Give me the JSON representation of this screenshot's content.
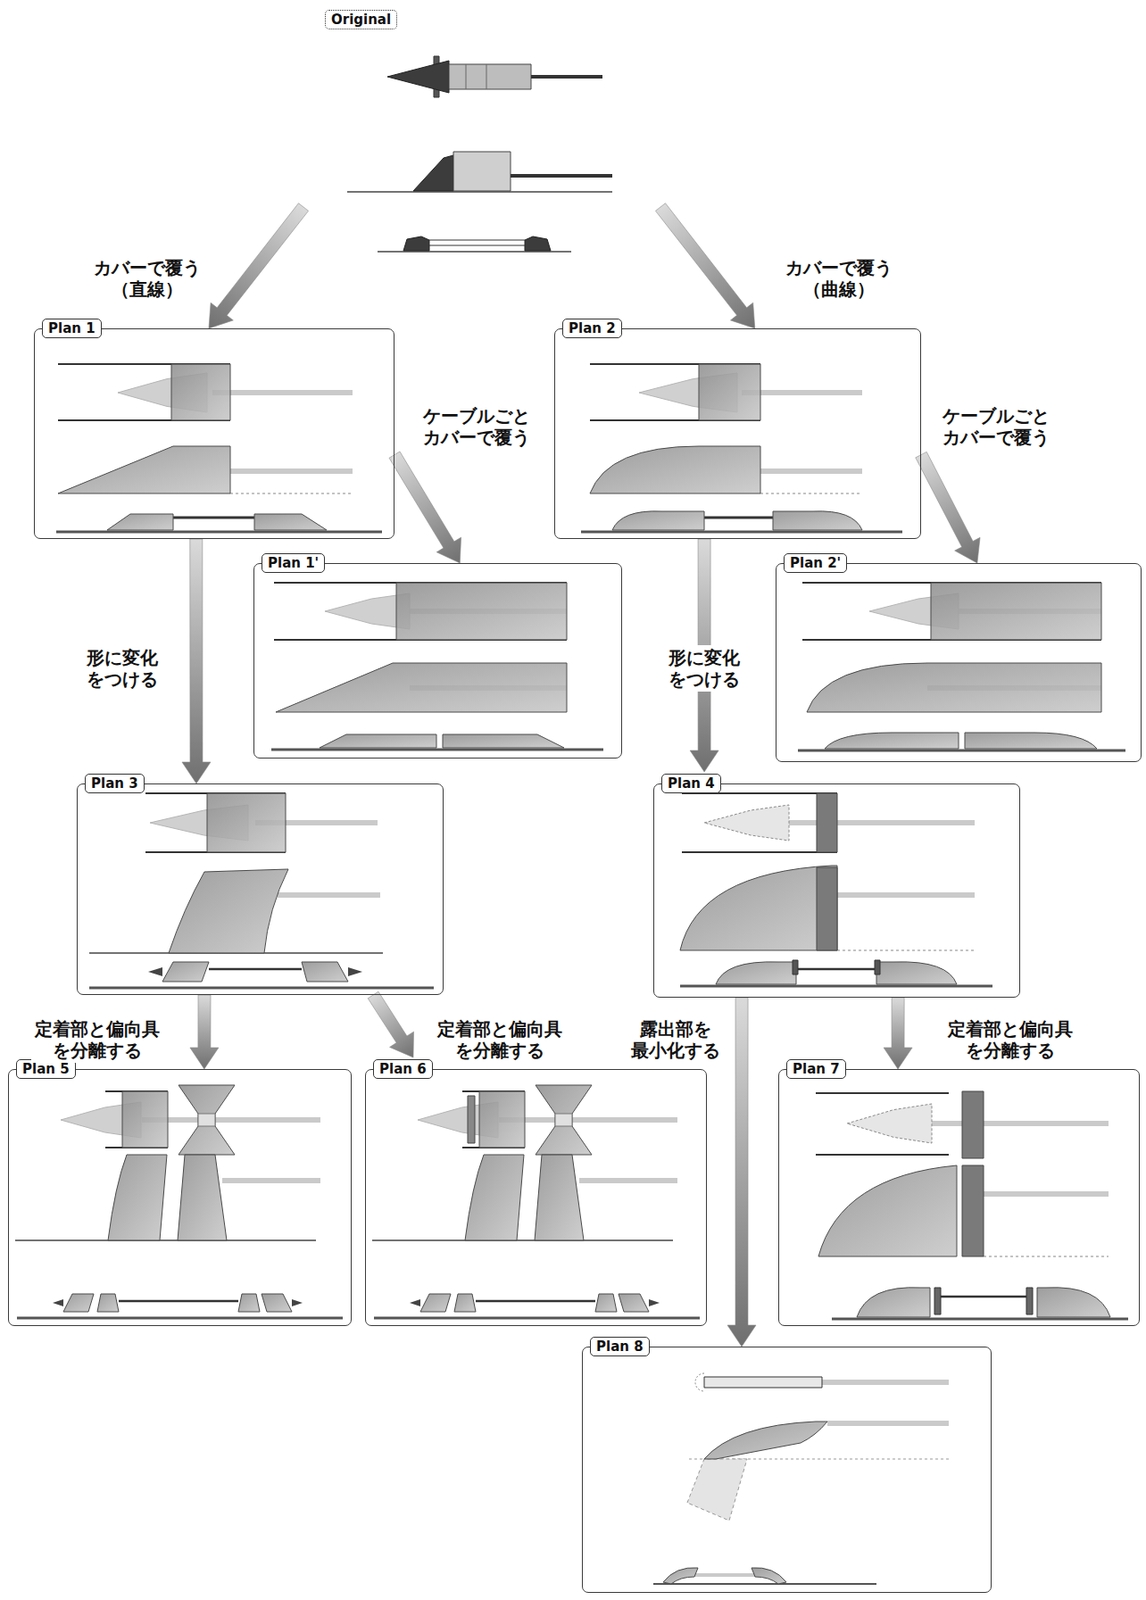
{
  "diagram": {
    "nodes": [
      {
        "text": [
          "Original"
        ]
      },
      {
        "text": [
          "Plan 1"
        ]
      },
      {
        "text": [
          "Plan 2"
        ]
      },
      {
        "text": [
          "Plan 1'"
        ]
      },
      {
        "text": [
          "Plan 2'"
        ]
      },
      {
        "text": [
          "Plan 3"
        ]
      },
      {
        "text": [
          "Plan 4"
        ]
      },
      {
        "text": [
          "Plan 5"
        ]
      },
      {
        "text": [
          "Plan 6"
        ]
      },
      {
        "text": [
          "Plan 7"
        ]
      },
      {
        "text": [
          "Plan 8"
        ]
      }
    ],
    "edges": [
      {
        "from": 0,
        "to": 1,
        "arrow": "to",
        "label": "カバーで覆う （直線）"
      },
      {
        "from": 0,
        "to": 2,
        "arrow": "to",
        "label": "カバーで覆う （曲線）"
      },
      {
        "from": 1,
        "to": 3,
        "arrow": "to",
        "label": "ケーブルごと カバーで覆う"
      },
      {
        "from": 2,
        "to": 4,
        "arrow": "to",
        "label": "ケーブルごと カバーで覆う"
      },
      {
        "from": 1,
        "to": 5,
        "arrow": "to",
        "label": "形に変化 をつける"
      },
      {
        "from": 2,
        "to": 6,
        "arrow": "to",
        "label": "形に変化 をつける"
      },
      {
        "from": 5,
        "to": 7,
        "arrow": "to",
        "label": "定着部と偏向具 を分離する"
      },
      {
        "from": 5,
        "to": 8,
        "arrow": "to",
        "label": "定着部と偏向具 を分離する"
      },
      {
        "from": 6,
        "to": 10,
        "arrow": "to",
        "label": "露出部を 最小化する"
      },
      {
        "from": 6,
        "to": 9,
        "arrow": "to",
        "label": "定着部と偏向具 を分離する"
      }
    ]
  }
}
